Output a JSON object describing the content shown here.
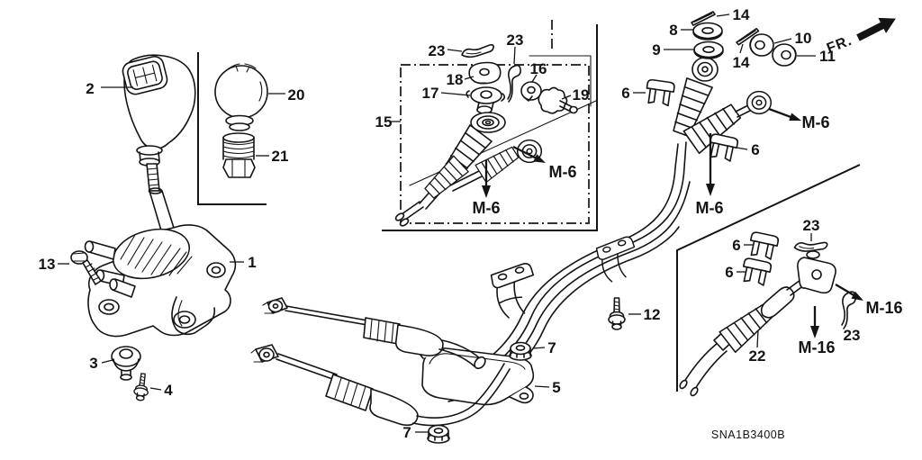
{
  "diagram_type": "exploded-parts-diagram",
  "colors": {
    "ink": "#141414",
    "background": "#ffffff"
  },
  "part_code": "SNA1B3400B",
  "labels": [
    "2",
    "20",
    "21",
    "23",
    "23",
    "18",
    "17",
    "16",
    "19",
    "15",
    "M-6",
    "M-6",
    "14",
    "8",
    "9",
    "14",
    "10",
    "11",
    "FR.",
    "6",
    "6",
    "M-6",
    "M-6",
    "23",
    "6",
    "6",
    "M-16",
    "23",
    "M-16",
    "22",
    "12",
    "7",
    "5",
    "7",
    "13",
    "1",
    "3",
    "4",
    "SNA1B3400B"
  ]
}
